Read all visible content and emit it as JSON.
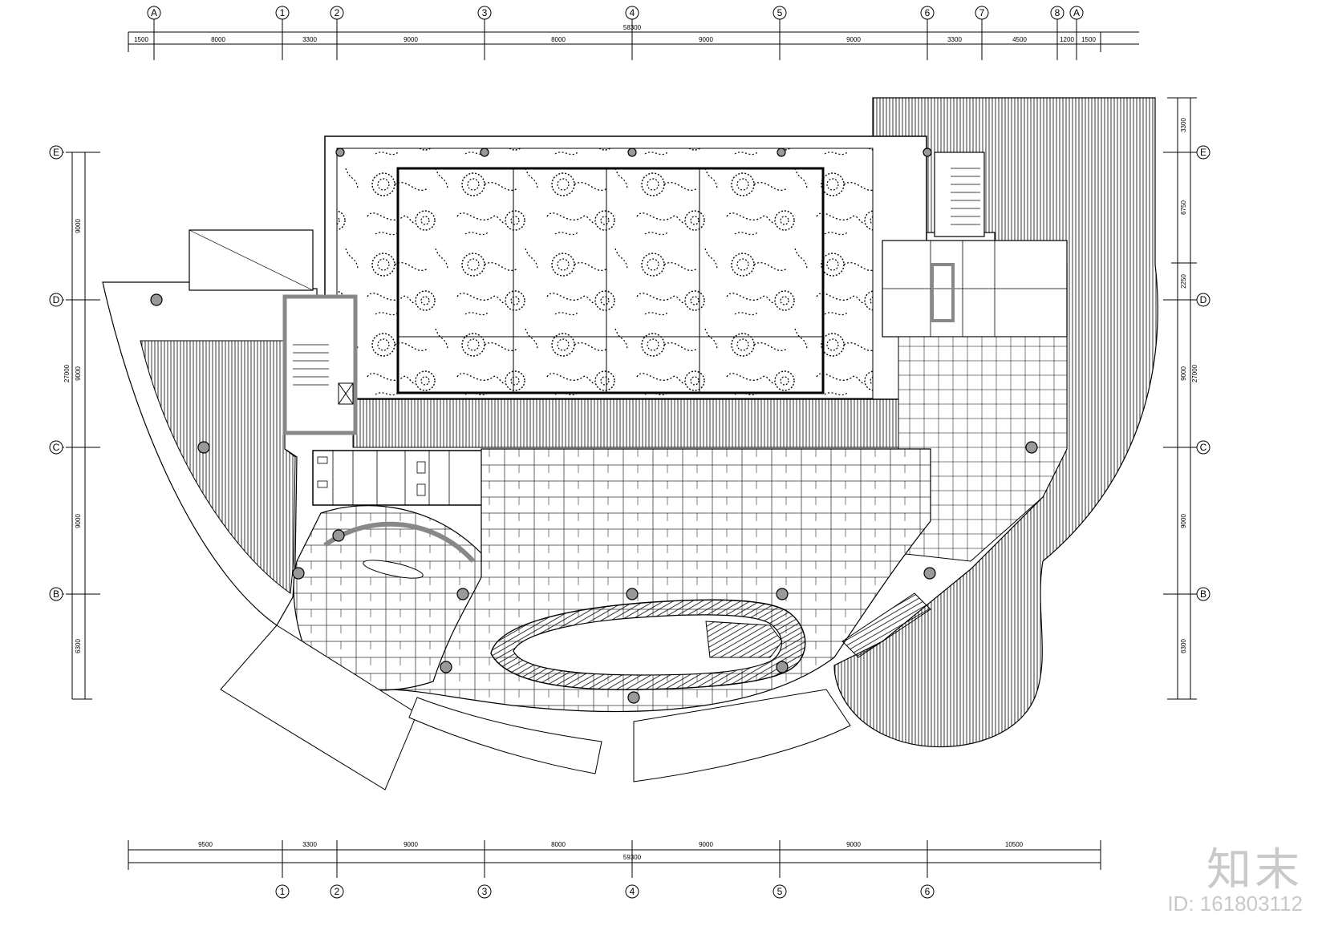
{
  "top_axes": [
    "A",
    "1",
    "2",
    "3",
    "4",
    "5",
    "6",
    "7",
    "8",
    "A"
  ],
  "top_dims": [
    "1500",
    "8000",
    "3300",
    "9000",
    "8000",
    "9000",
    "9000",
    "3300",
    "4500",
    "1200",
    "1500"
  ],
  "top_total": "58300",
  "bottom_axes": [
    "1",
    "2",
    "3",
    "4",
    "5",
    "6"
  ],
  "bottom_dims": [
    "9500",
    "3300",
    "9000",
    "8000",
    "9000",
    "9000",
    "10500"
  ],
  "bottom_total": "59300",
  "left_axes": [
    "E",
    "D",
    "C",
    "B"
  ],
  "left_dims": [
    "9000",
    "9000",
    "9000",
    "6300"
  ],
  "left_total": "27000",
  "right_axes": [
    "E",
    "D",
    "C",
    "B"
  ],
  "right_dims": [
    "3300",
    "6750",
    "2250",
    "9000",
    "9000",
    "6300"
  ],
  "right_total": "27000",
  "watermark": {
    "brand": "知末",
    "id": "ID: 161803112"
  }
}
